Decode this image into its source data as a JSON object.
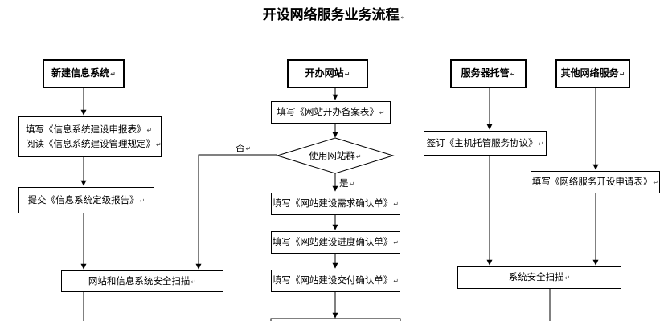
{
  "title": "开设网络服务业务流程",
  "edit_mark": "↵",
  "nodes": {
    "new_system": "新建信息系统",
    "open_site": "开办网站",
    "hosting": "服务器托管",
    "other_service": "其他网络服务",
    "fill_report_line1": "填写《信息系统建设申报表》",
    "fill_report_line2": "阅读《信息系统建设管理规定》",
    "submit_grading": "提交《信息系统定级报告》",
    "fill_site_filing": "填写《网站开办备案表》",
    "use_site_group": "使用网站群",
    "fill_site_requirement": "填写《网站建设需求确认单》",
    "fill_site_progress": "填写《网站建设进度确认单》",
    "fill_site_delivery": "填写《网站建设交付确认单》",
    "sign_hosting_agreement": "签订《主机托管服务协议》",
    "fill_service_application": "填写《网络服务开设申请表》",
    "site_system_security_scan": "网站和信息系统安全扫描",
    "system_security_scan": "系统安全扫描"
  },
  "edges": {
    "no_label": "否",
    "yes_label": "是"
  }
}
